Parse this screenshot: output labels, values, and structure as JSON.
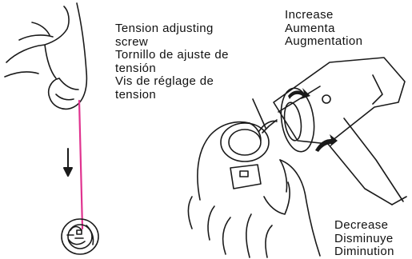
{
  "labels": {
    "tension": {
      "lines": [
        "Tension adjusting",
        "screw",
        "Tornillo de ajuste de",
        "tensión",
        "Vis de réglage de",
        "tension"
      ]
    },
    "increase": {
      "lines": [
        "Increase",
        "Aumenta",
        "Augmentation"
      ]
    },
    "decrease": {
      "lines": [
        "Decrease",
        "Disminuye",
        "Diminution"
      ]
    }
  },
  "colors": {
    "line_art": "#1a1a1a",
    "thread": "#e0338f",
    "background": "#ffffff"
  }
}
